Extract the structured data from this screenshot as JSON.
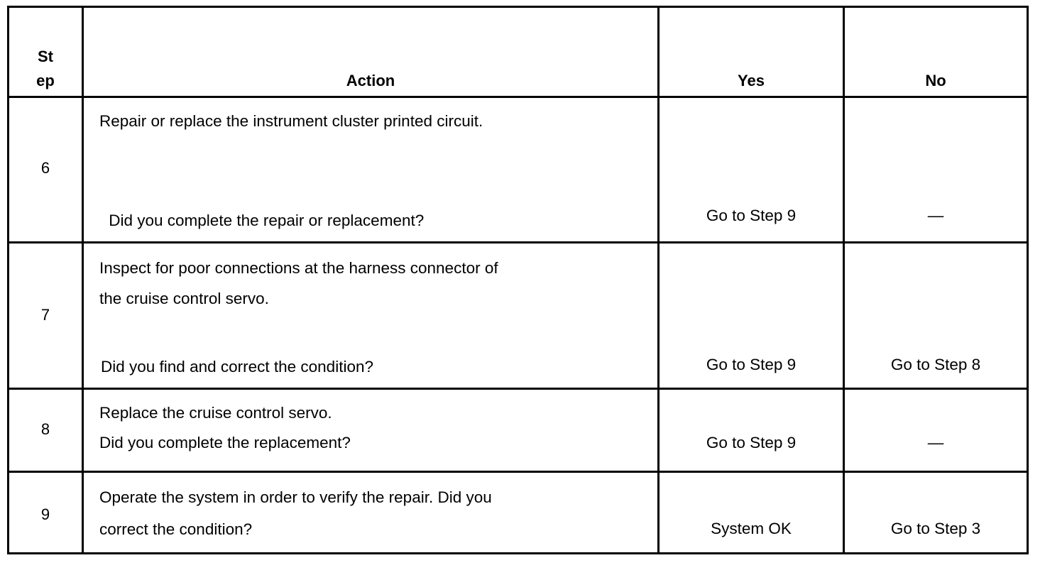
{
  "table": {
    "columns": [
      {
        "key": "step",
        "header": "St\nep",
        "header_lines": [
          "St",
          "ep"
        ]
      },
      {
        "key": "action",
        "header": "Action"
      },
      {
        "key": "yes",
        "header": "Yes"
      },
      {
        "key": "no",
        "header": "No"
      }
    ],
    "headers": {
      "step_line1": "St",
      "step_line2": "ep",
      "action": "Action",
      "yes": "Yes",
      "no": "No"
    },
    "rows": [
      {
        "step": "6",
        "action_lines": [
          "Repair or replace the instrument cluster printed circuit.",
          " Did you complete the repair or replacement?"
        ],
        "yes": "Go to Step 9",
        "no": "—"
      },
      {
        "step": "7",
        "action_lines": [
          "Inspect for poor connections at the harness connector of",
          "the cruise control servo.",
          "Did you find and correct the condition?"
        ],
        "yes": "Go to Step 9",
        "no": "Go to Step 8"
      },
      {
        "step": "8",
        "action_lines": [
          "Replace the cruise control servo.",
          "Did you complete the replacement?"
        ],
        "yes": "Go to Step 9",
        "no": "—"
      },
      {
        "step": "9",
        "action_lines": [
          "Operate the system in order to verify the repair. Did you",
          "correct the condition?"
        ],
        "yes": "System OK",
        "no": "Go to Step 3"
      }
    ]
  },
  "colors": {
    "border": "#000000",
    "text": "#000000",
    "background": "#ffffff"
  }
}
